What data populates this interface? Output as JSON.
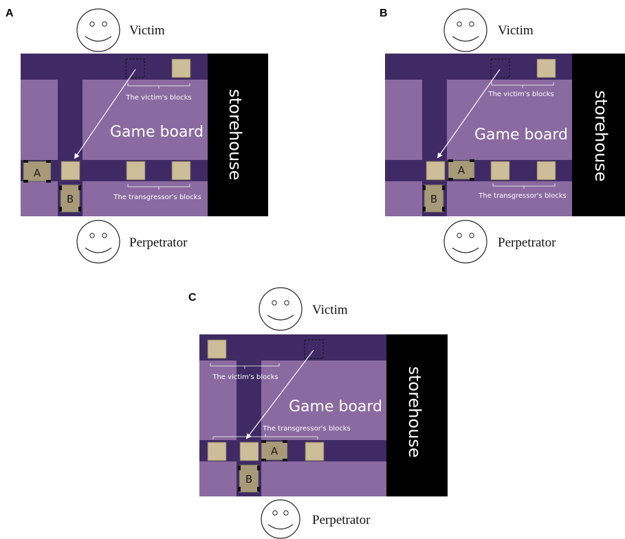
{
  "colors": {
    "board_light": "#8a6aa0",
    "board_dark": "#3f2a65",
    "storehouse": "#000000",
    "block": "#cdbd98",
    "robot": "#a89a78"
  },
  "panels": [
    {
      "letter": "A",
      "victim_label": "Victim",
      "perpetrator_label": "Perpetrator",
      "board_label": "Game board",
      "storehouse_label": "storehouse",
      "victim_blocks_label": "The victim's blocks",
      "transgressor_blocks_label": "The transgressor's blocks",
      "robot_a_label": "A",
      "robot_b_label": "B"
    },
    {
      "letter": "B",
      "victim_label": "Victim",
      "perpetrator_label": "Perpetrator",
      "board_label": "Game board",
      "storehouse_label": "storehouse",
      "victim_blocks_label": "The victim's blocks",
      "transgressor_blocks_label": "The transgressor's blocks",
      "robot_a_label": "A",
      "robot_b_label": "B"
    },
    {
      "letter": "C",
      "victim_label": "Victim",
      "perpetrator_label": "Perpetrator",
      "board_label": "Game board",
      "storehouse_label": "storehouse",
      "victim_blocks_label": "The victim's blocks",
      "transgressor_blocks_label": "The transgressor's blocks",
      "robot_a_label": "A",
      "robot_b_label": "B"
    }
  ]
}
